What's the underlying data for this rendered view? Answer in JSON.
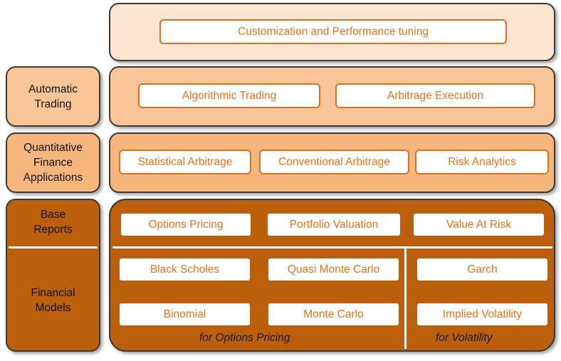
{
  "layers": {
    "customization": {
      "label": "Customization and Performance tuning"
    },
    "automatic_trading": {
      "side_label_line1": "Automatic",
      "side_label_line2": "Trading",
      "items": [
        "Algorithmic Trading",
        "Arbitrage Execution"
      ]
    },
    "quant_finance": {
      "side_label_line1": "Quantitative",
      "side_label_line2": "Finance",
      "side_label_line3": "Applications",
      "items": [
        "Statistical Arbitrage",
        "Conventional Arbitrage",
        "Risk Analytics"
      ]
    },
    "base_reports": {
      "side_label_line1": "Base",
      "side_label_line2": "Reports",
      "items": [
        "Options Pricing",
        "Portfolio Valuation",
        "Value At Risk"
      ]
    },
    "financial_models": {
      "side_label_line1": "Financial",
      "side_label_line2": "Models",
      "options_models": [
        "Black Scholes",
        "Quasi Monte Carlo",
        "Binomial",
        "Monte Carlo"
      ],
      "volatility_models": [
        "Garch",
        "Implied Volatility"
      ],
      "options_caption": "for Options Pricing",
      "volatility_caption": "for Volatility"
    }
  },
  "colors": {
    "top": "#fce4d0",
    "automatic": "#f9c596",
    "quant": "#f7b77c",
    "base": "#bb5f0d",
    "accent_text": "#e8731a"
  }
}
